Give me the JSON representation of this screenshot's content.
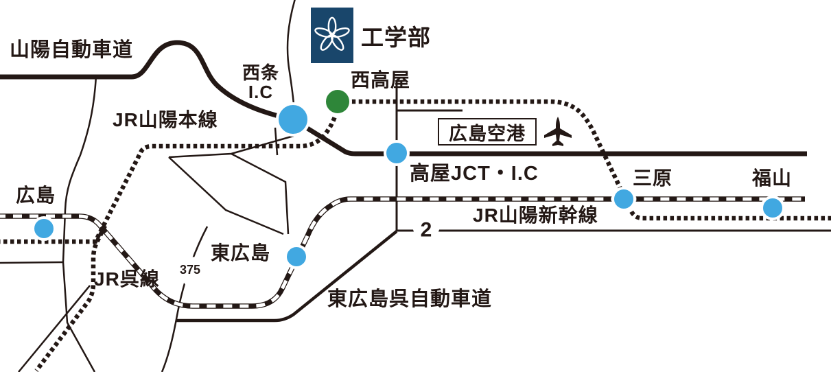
{
  "title": "工学部アクセスマップ (Access map)",
  "colors": {
    "ink": "#231815",
    "station_blue": "#41a8e1",
    "station_green": "#2e8639",
    "logo_navy": "#19466b",
    "background": "#ffffff"
  },
  "labels": {
    "sanyo_expressway": "山陽自動車道",
    "jr_sanyo_main_line": "JR山陽本線",
    "saijo_ic": "西条\nI.C",
    "faculty": "工学部",
    "nishi_takaya": "西高屋",
    "hiroshima_airport": "広島空港",
    "takaya_jct_ic": "高屋JCT・I.C",
    "mihara": "三原",
    "fukuyama": "福山",
    "jr_sanyo_shinkansen": "JR山陽新幹線",
    "hiroshima": "広島",
    "higashi_hiroshima": "東広島",
    "jr_kure_line": "JR呉線",
    "higashihiroshima_kure_expressway": "東広島呉自動車道",
    "route_2": "2",
    "route_375": "375"
  },
  "stations_and_interchanges": [
    {
      "name": "西条I.C",
      "marker": "blue-large"
    },
    {
      "name": "西高屋",
      "marker": "green"
    },
    {
      "name": "高屋JCT・I.C",
      "marker": "blue"
    },
    {
      "name": "広島",
      "marker": "blue"
    },
    {
      "name": "東広島",
      "marker": "blue"
    },
    {
      "name": "三原",
      "marker": "blue"
    },
    {
      "name": "福山",
      "marker": "blue"
    }
  ],
  "icons": {
    "faculty_logo": "flower-emblem-on-navy-square",
    "airport": "airplane-icon"
  }
}
